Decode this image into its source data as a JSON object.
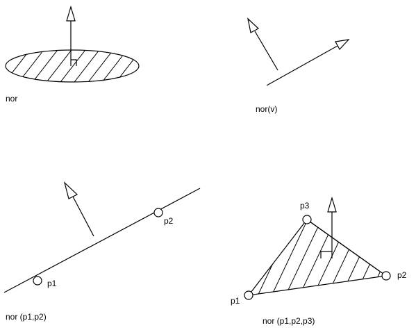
{
  "panels": {
    "nor": {
      "caption": "nor"
    },
    "nor_v": {
      "caption": "nor(v)"
    },
    "nor_p1p2": {
      "caption": "nor (p1,p2)",
      "p1": "p1",
      "p2": "p2"
    },
    "nor_p1p2p3": {
      "caption": "nor (p1,p2,p3)",
      "p1": "p1",
      "p2": "p2",
      "p3": "p3"
    }
  }
}
